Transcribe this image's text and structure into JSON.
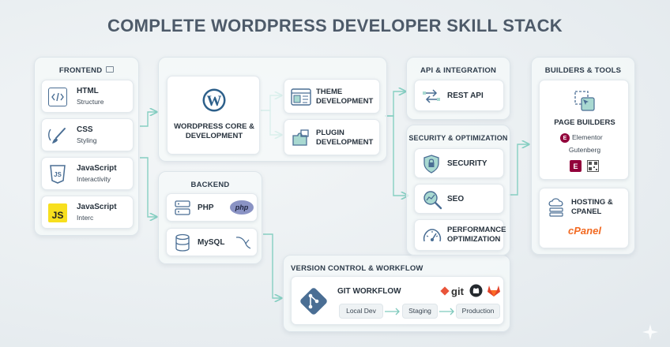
{
  "title": "COMPLETE WORDPRESS DEVELOPER SKILL STACK",
  "frontend": {
    "title": "FRONTEND",
    "items": [
      {
        "name": "HTML",
        "desc": "Structure"
      },
      {
        "name": "CSS",
        "desc": "Styling"
      },
      {
        "name": "JavaScript",
        "desc": "Interactivity"
      },
      {
        "name": "JavaScript",
        "desc": "Interc"
      }
    ]
  },
  "core": {
    "label": "WORDPRESS CORE & DEVELOPMENT",
    "theme": "THEME DEVELOPMENT",
    "plugin": "PLUGIN DEVELOPMENT"
  },
  "backend": {
    "title": "BACKEND",
    "php": "PHP",
    "php_logo": "php",
    "mysql": "MySQL"
  },
  "version_control": {
    "title": "VERSION CONTROL & WORKFLOW",
    "git_workflow": "GIT WORKFLOW",
    "git_logo": "git",
    "stages": [
      "Local Dev",
      "Staging",
      "Production"
    ]
  },
  "api": {
    "title": "API & INTEGRATION",
    "rest": "REST API"
  },
  "security": {
    "title": "SECURITY & OPTIMIZATION",
    "items": [
      "SECURITY",
      "SEO",
      "PERFORMANCE OPTIMIZATION"
    ]
  },
  "builders": {
    "title": "BUILDERS & TOOLS",
    "page_builders": "PAGE BUILDERS",
    "elementor": "Elementor",
    "gutenberg": "Gutenberg",
    "hosting": "HOSTING & CPANEL",
    "cpanel": "cPanel"
  },
  "colors": {
    "accent_teal": "#7fc9bd",
    "icon_blue": "#4a6e94",
    "wordpress_blue": "#2c5f8a",
    "git_orange": "#e9543a",
    "cpanel_orange": "#f26a22",
    "elementor_red": "#92003b"
  }
}
